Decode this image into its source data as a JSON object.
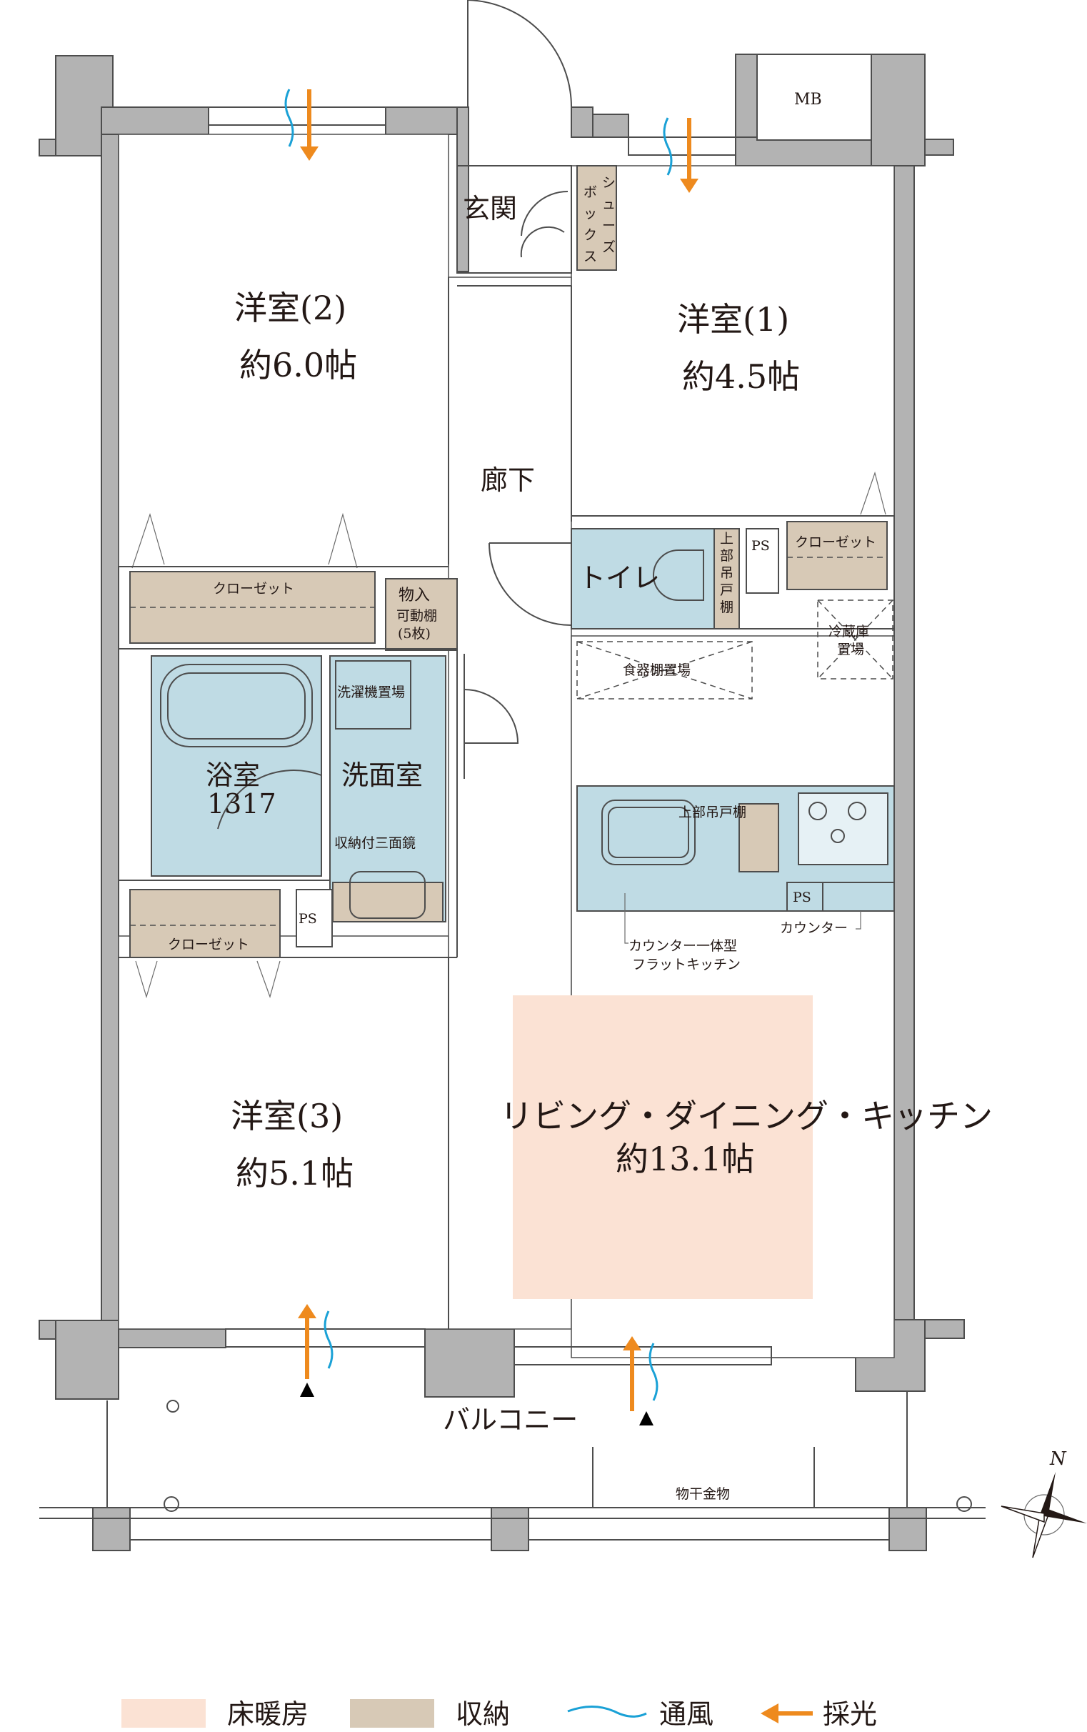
{
  "rooms": {
    "western2_name": "洋室(2)",
    "western2_size": "約6.0帖",
    "western1_name": "洋室(1)",
    "western1_size": "約4.5帖",
    "western3_name": "洋室(3)",
    "western3_size": "約5.1帖",
    "ldk_name": "リビング・ダイニング・キッチン",
    "ldk_size": "約13.1帖",
    "entrance": "玄関",
    "hallway": "廊下",
    "toilet": "トイレ",
    "bath_name": "浴室",
    "bath_size": "1317",
    "washroom": "洗面室",
    "balcony": "バルコニー"
  },
  "fixtures": {
    "shoebox": [
      "シ",
      "ュ",
      "ー",
      "ズ"
    ],
    "shoebox2": [
      "ボ",
      "ッ",
      "ク",
      "ス"
    ],
    "closet": "クローゼット",
    "storage_line1": "物入",
    "storage_line2": "可動棚",
    "storage_line3": "(5枚)",
    "washer": "洗濯機置場",
    "mirror": "収納付三面鏡",
    "ps": "PS",
    "mb": "MB",
    "upper_cabinet_v": [
      "上",
      "部",
      "吊",
      "戸",
      "棚"
    ],
    "upper_cabinet": "上部吊戸棚",
    "dish_shelf": "食器棚置場",
    "fridge_line1": "冷蔵庫",
    "fridge_line2": "置場",
    "kitchen_line1": "カウンター一体型",
    "kitchen_line2": "フラットキッチン",
    "counter": "カウンター",
    "drying": "物干金物",
    "compass": "N"
  },
  "legend": {
    "floor_heating": "床暖房",
    "storage": "収納",
    "ventilation": "通風",
    "daylight": "採光"
  },
  "colors": {
    "floor_heating": "#fbe2d4",
    "storage": "#d7c9b6",
    "wet_area": "#bfdbe4",
    "wall": "#b3b3b3",
    "daylight_arrow": "#ee8a1e",
    "ventilation": "#1aa1d6"
  }
}
